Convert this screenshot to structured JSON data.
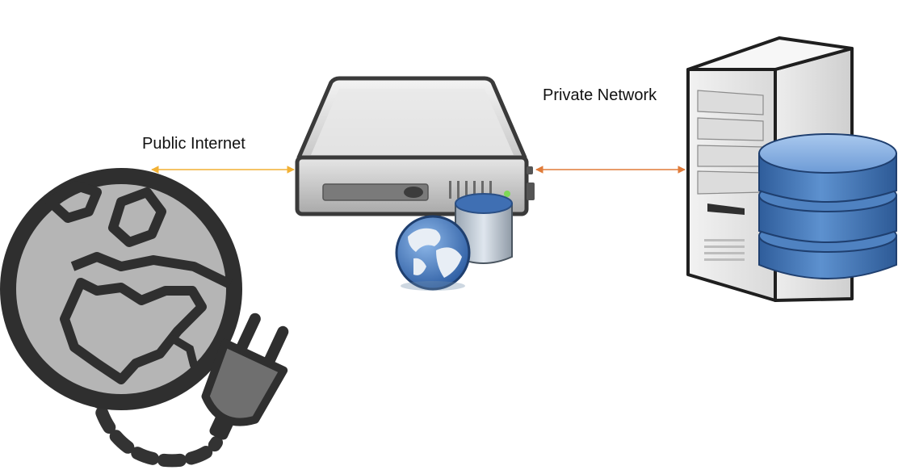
{
  "diagram": {
    "nodes": [
      {
        "id": "globe-plug",
        "icon": "globe-plug-icon"
      },
      {
        "id": "web-server",
        "icon": "web-server-icon"
      },
      {
        "id": "database-server",
        "icon": "database-server-icon"
      }
    ],
    "connections": [
      {
        "from": "globe-plug",
        "to": "web-server",
        "label": "Public Internet",
        "color": "#F2B134"
      },
      {
        "from": "web-server",
        "to": "database-server",
        "label": "Private Network",
        "color": "#E07B39"
      }
    ]
  }
}
